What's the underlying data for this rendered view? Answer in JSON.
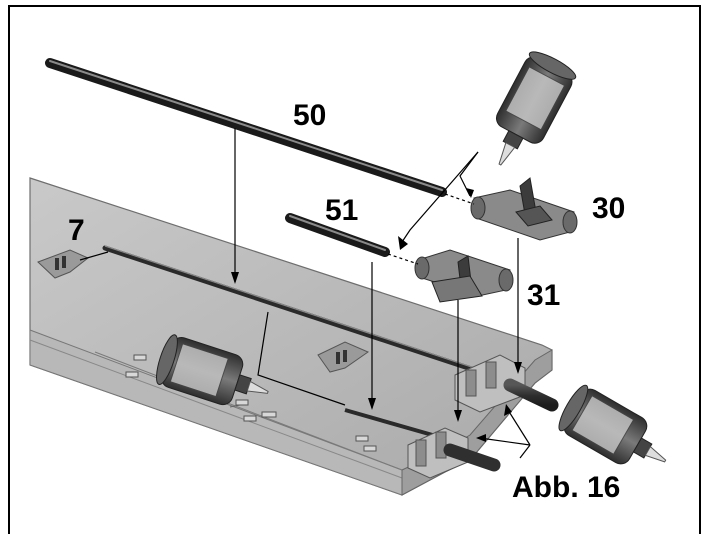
{
  "figure": {
    "caption": "Abb. 16",
    "parts": {
      "p50": "50",
      "p51": "51",
      "p30": "30",
      "p31": "31",
      "p7": "7"
    }
  },
  "colors": {
    "wing_top": "#bdbdbd",
    "wing_edge": "#8c8c8c",
    "rod": "#3a3a3a",
    "bottle_body": "#4a4a4a",
    "line": "#000000"
  }
}
